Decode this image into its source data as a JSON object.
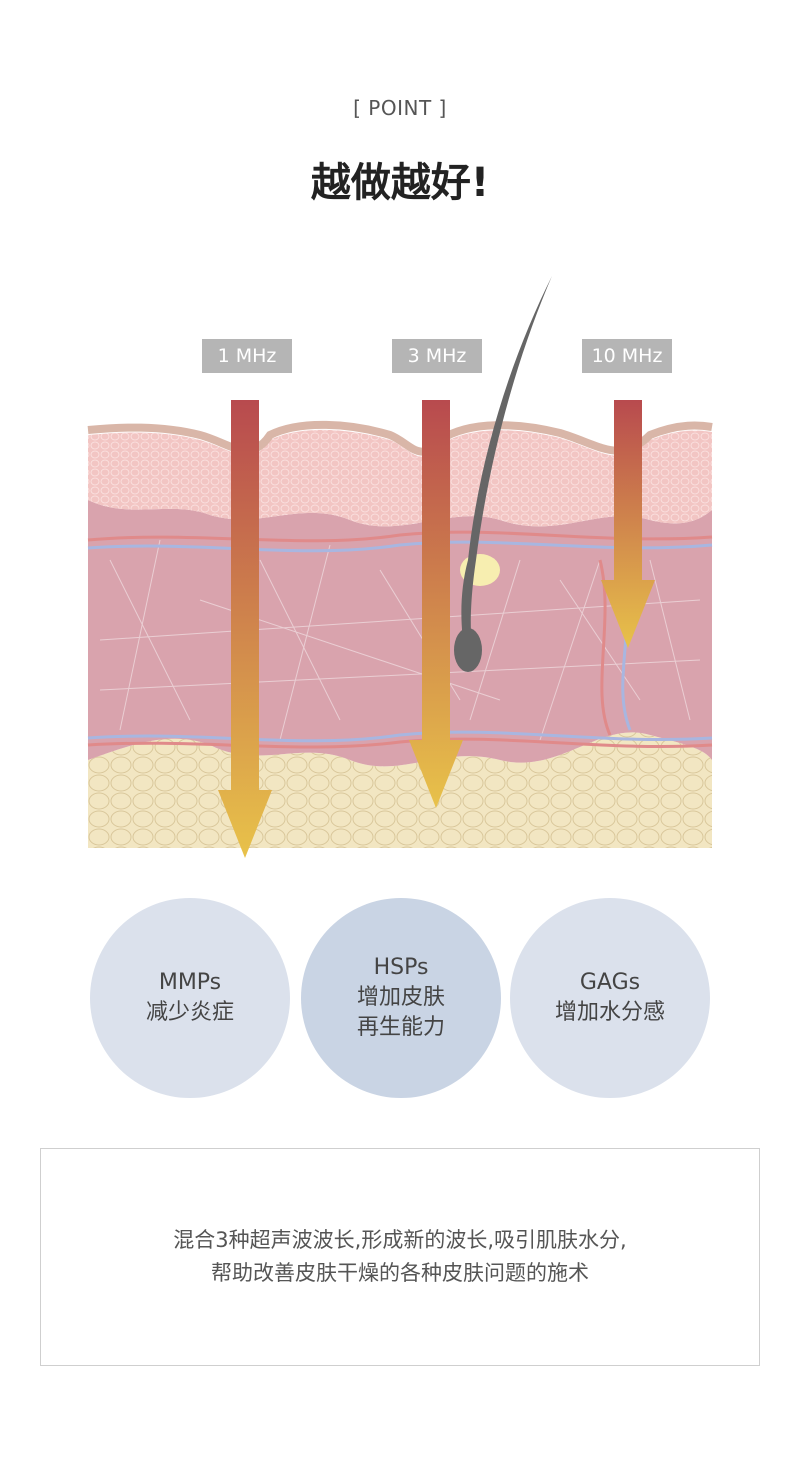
{
  "header": {
    "eyebrow": "[ POINT ]",
    "title": "越做越好!"
  },
  "diagram": {
    "frequencies": [
      "1 MHz",
      "3 MHz",
      "10 MHz"
    ],
    "colors": {
      "epidermis": "#f2c5c3",
      "dermis": "#d9a3ad",
      "fat": "#f2e6c2",
      "surface": "#d9b6a8",
      "vein": "#a8b6e0",
      "artery": "#e08a8a",
      "arrow_top": "#b84a4e",
      "arrow_bottom": "#e8c24a",
      "hair": "#666666",
      "label_bg": "#b5b5b5"
    }
  },
  "benefits": [
    {
      "name": "MMPs",
      "lines": [
        "减少炎症"
      ],
      "color": "#dbe1ec"
    },
    {
      "name": "HSPs",
      "lines": [
        "增加皮肤",
        "再生能力"
      ],
      "color": "#c9d4e4"
    },
    {
      "name": "GAGs",
      "lines": [
        "增加水分感"
      ],
      "color": "#dbe1ec"
    }
  ],
  "description": {
    "line1": "混合3种超声波波长,形成新的波长,吸引肌肤水分,",
    "line2": "帮助改善皮肤干燥的各种皮肤问题的施术"
  }
}
